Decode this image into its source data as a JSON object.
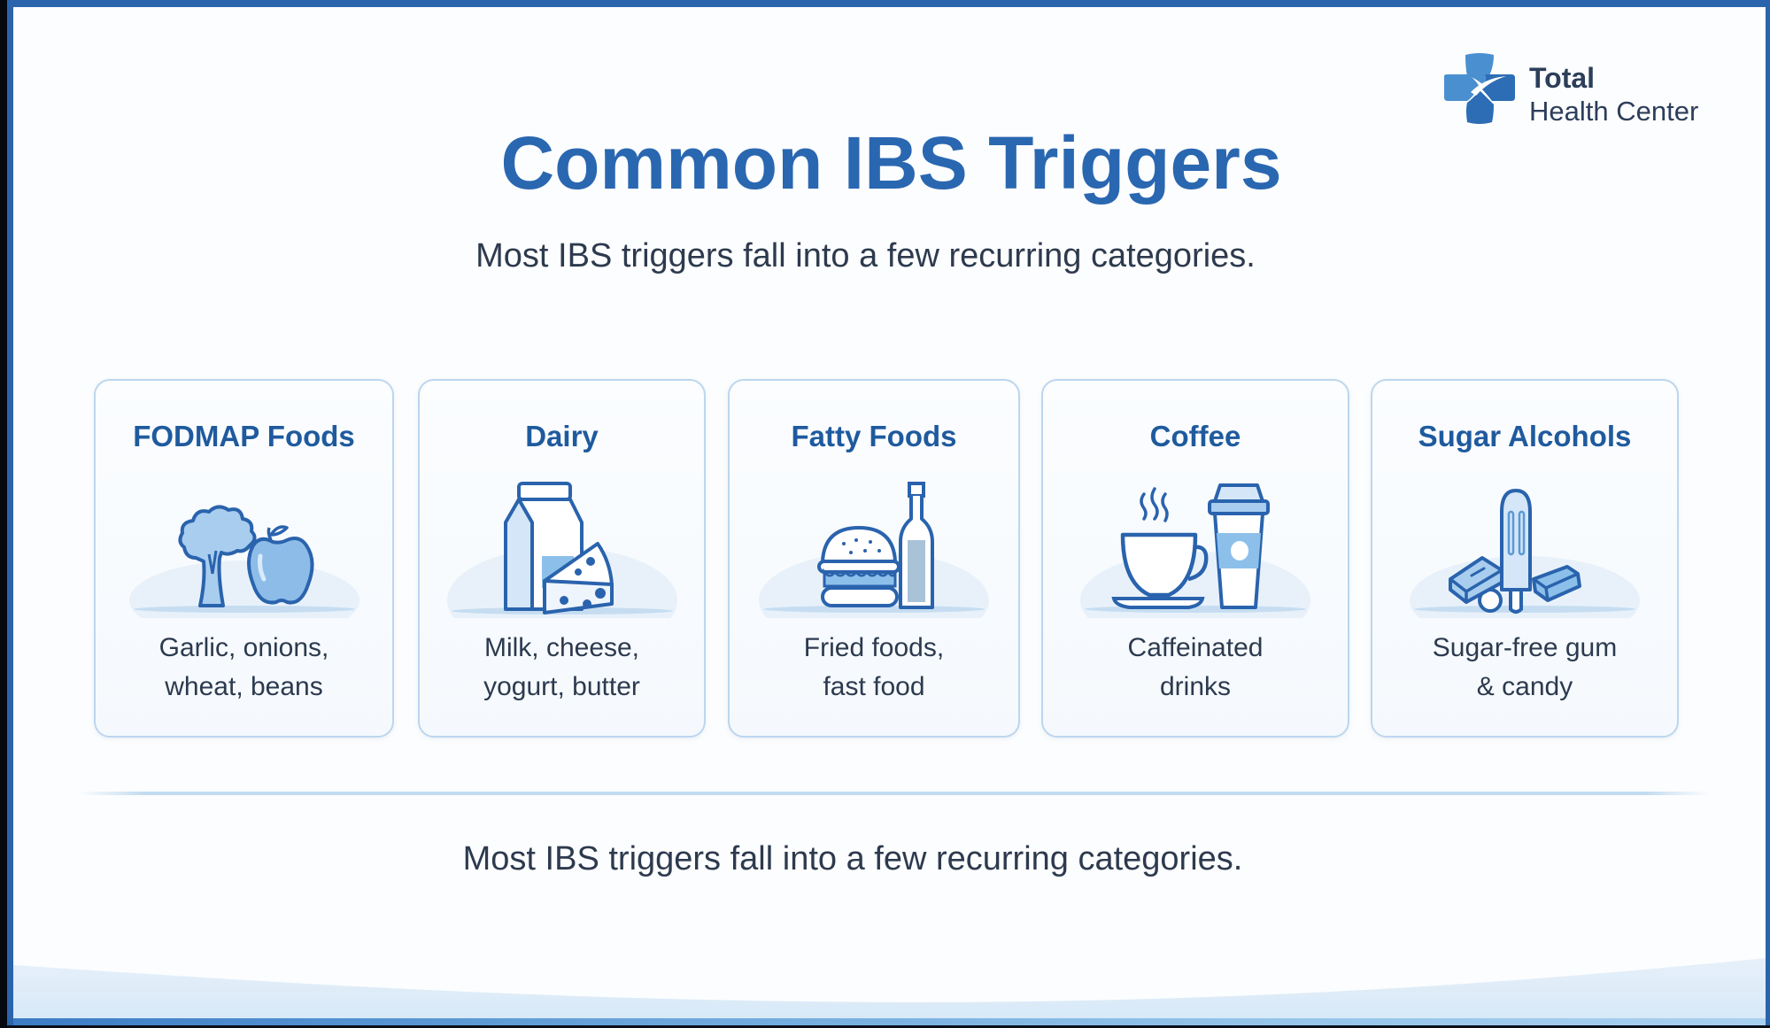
{
  "logo": {
    "line1": "Total",
    "line2": "Health Center",
    "icon": "medical-cross-icon",
    "colors": {
      "light": "#4a8fd0",
      "dark": "#2d6db5"
    }
  },
  "header": {
    "title": "Common IBS Triggers",
    "subtitle": "Most IBS triggers fall into a few recurring categories."
  },
  "cards": [
    {
      "title": "FODMAP Foods",
      "icon": "broccoli-apple-icon",
      "desc_line1": "Garlic, onions,",
      "desc_line2": "wheat, beans"
    },
    {
      "title": "Dairy",
      "icon": "milk-cheese-icon",
      "desc_line1": "Milk, cheese,",
      "desc_line2": "yogurt, butter"
    },
    {
      "title": "Fatty Foods",
      "icon": "burger-bottle-icon",
      "desc_line1": "Fried foods,",
      "desc_line2": "fast food"
    },
    {
      "title": "Coffee",
      "icon": "coffee-cup-icon",
      "desc_line1": "Caffeinated",
      "desc_line2": "drinks"
    },
    {
      "title": "Sugar Alcohols",
      "icon": "popsicle-candy-icon",
      "desc_line1": "Sugar-free gum",
      "desc_line2": "& candy"
    }
  ],
  "footer": {
    "text": "Most IBS triggers fall into a few recurring categories."
  },
  "colors": {
    "frame": "#2a64ad",
    "title": "#2a67b1",
    "card_title": "#1f5a9e",
    "body_text": "#2d3a4e",
    "card_border": "#bcd6ee",
    "icon_stroke": "#2a63ad",
    "icon_fill": "#a9d0f0"
  }
}
